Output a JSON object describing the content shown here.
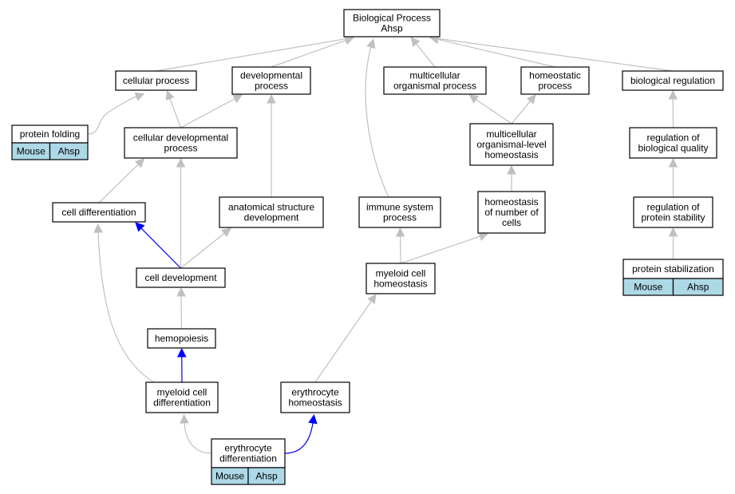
{
  "colors": {
    "edge_default": "#c0c0c0",
    "edge_highlight": "#0000ff",
    "annotation_fill": "#add8e6",
    "node_border": "#000000",
    "background": "#ffffff"
  },
  "nodes": {
    "root": {
      "lines": [
        "Biological Process",
        "Ahsp"
      ]
    },
    "cellular_process": {
      "lines": [
        "cellular process"
      ]
    },
    "developmental_process": {
      "lines": [
        "developmental",
        "process"
      ]
    },
    "multicellular_organismal_process": {
      "lines": [
        "multicellular",
        "organismal process"
      ]
    },
    "homeostatic_process": {
      "lines": [
        "homeostatic",
        "process"
      ]
    },
    "biological_regulation": {
      "lines": [
        "biological regulation"
      ]
    },
    "protein_folding": {
      "lines": [
        "protein folding"
      ],
      "annotation": [
        "Mouse",
        "Ahsp"
      ]
    },
    "cellular_developmental_process": {
      "lines": [
        "cellular developmental",
        "process"
      ]
    },
    "multicellular_organismal_level_homeostasis": {
      "lines": [
        "multicellular",
        "organismal-level",
        "homeostasis"
      ]
    },
    "regulation_of_biological_quality": {
      "lines": [
        "regulation of",
        "biological quality"
      ]
    },
    "cell_differentiation": {
      "lines": [
        "cell differentiation"
      ]
    },
    "anatomical_structure_development": {
      "lines": [
        "anatomical structure",
        "development"
      ]
    },
    "immune_system_process": {
      "lines": [
        "immune system",
        "process"
      ]
    },
    "homeostasis_of_number_of_cells": {
      "lines": [
        "homeostasis",
        "of number of",
        "cells"
      ]
    },
    "regulation_of_protein_stability": {
      "lines": [
        "regulation of",
        "protein stability"
      ]
    },
    "cell_development": {
      "lines": [
        "cell development"
      ]
    },
    "myeloid_cell_homeostasis": {
      "lines": [
        "myeloid cell",
        "homeostasis"
      ]
    },
    "protein_stabilization": {
      "lines": [
        "protein stabilization"
      ],
      "annotation": [
        "Mouse",
        "Ahsp"
      ]
    },
    "hemopoiesis": {
      "lines": [
        "hemopoiesis"
      ]
    },
    "myeloid_cell_differentiation": {
      "lines": [
        "myeloid cell",
        "differentiation"
      ]
    },
    "erythrocyte_homeostasis": {
      "lines": [
        "erythrocyte",
        "homeostasis"
      ]
    },
    "erythrocyte_differentiation": {
      "lines": [
        "erythrocyte",
        "differentiation"
      ],
      "annotation": [
        "Mouse",
        "Ahsp"
      ]
    }
  },
  "edges": [
    {
      "from": "cellular_process",
      "to": "root",
      "highlight": false
    },
    {
      "from": "developmental_process",
      "to": "root",
      "highlight": false
    },
    {
      "from": "immune_system_process",
      "to": "root",
      "highlight": false
    },
    {
      "from": "multicellular_organismal_process",
      "to": "root",
      "highlight": false
    },
    {
      "from": "homeostatic_process",
      "to": "root",
      "highlight": false
    },
    {
      "from": "biological_regulation",
      "to": "root",
      "highlight": false
    },
    {
      "from": "protein_folding",
      "to": "cellular_process",
      "highlight": false
    },
    {
      "from": "cellular_developmental_process",
      "to": "cellular_process",
      "highlight": false
    },
    {
      "from": "cellular_developmental_process",
      "to": "developmental_process",
      "highlight": false
    },
    {
      "from": "anatomical_structure_development",
      "to": "developmental_process",
      "highlight": false
    },
    {
      "from": "multicellular_organismal_level_homeostasis",
      "to": "multicellular_organismal_process",
      "highlight": false
    },
    {
      "from": "multicellular_organismal_level_homeostasis",
      "to": "homeostatic_process",
      "highlight": false
    },
    {
      "from": "regulation_of_biological_quality",
      "to": "biological_regulation",
      "highlight": false
    },
    {
      "from": "cell_differentiation",
      "to": "cellular_developmental_process",
      "highlight": false
    },
    {
      "from": "cell_development",
      "to": "cellular_developmental_process",
      "highlight": false
    },
    {
      "from": "homeostasis_of_number_of_cells",
      "to": "multicellular_organismal_level_homeostasis",
      "highlight": false
    },
    {
      "from": "regulation_of_protein_stability",
      "to": "regulation_of_biological_quality",
      "highlight": false
    },
    {
      "from": "cell_development",
      "to": "cell_differentiation",
      "highlight": true
    },
    {
      "from": "cell_development",
      "to": "anatomical_structure_development",
      "highlight": false
    },
    {
      "from": "myeloid_cell_homeostasis",
      "to": "immune_system_process",
      "highlight": false
    },
    {
      "from": "myeloid_cell_homeostasis",
      "to": "homeostasis_of_number_of_cells",
      "highlight": false
    },
    {
      "from": "protein_stabilization",
      "to": "regulation_of_protein_stability",
      "highlight": false
    },
    {
      "from": "hemopoiesis",
      "to": "cell_development",
      "highlight": false
    },
    {
      "from": "myeloid_cell_differentiation",
      "to": "cell_differentiation",
      "highlight": false
    },
    {
      "from": "myeloid_cell_differentiation",
      "to": "hemopoiesis",
      "highlight": true
    },
    {
      "from": "erythrocyte_homeostasis",
      "to": "myeloid_cell_homeostasis",
      "highlight": false
    },
    {
      "from": "erythrocyte_differentiation",
      "to": "myeloid_cell_differentiation",
      "highlight": false
    },
    {
      "from": "erythrocyte_differentiation",
      "to": "erythrocyte_homeostasis",
      "highlight": true
    }
  ]
}
